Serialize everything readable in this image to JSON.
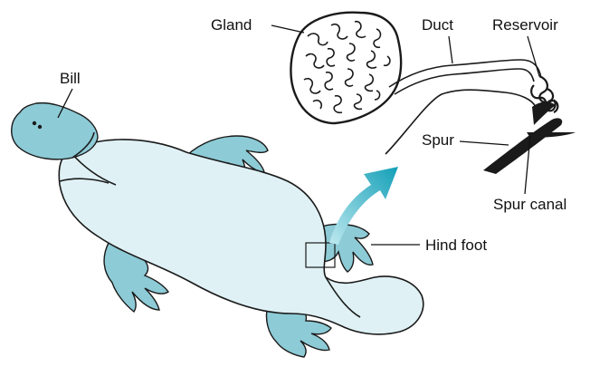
{
  "labels": {
    "gland": "Gland",
    "duct": "Duct",
    "reservoir": "Reservoir",
    "bill": "Bill",
    "spur": "Spur",
    "spur_canal": "Spur canal",
    "hind_foot": "Hind foot"
  },
  "colors": {
    "platypus_body": "#dff1f5",
    "platypus_bill_and_feet": "#8dcbd6",
    "arrow": "#1aa6bd",
    "outline": "#1a1a1a"
  }
}
